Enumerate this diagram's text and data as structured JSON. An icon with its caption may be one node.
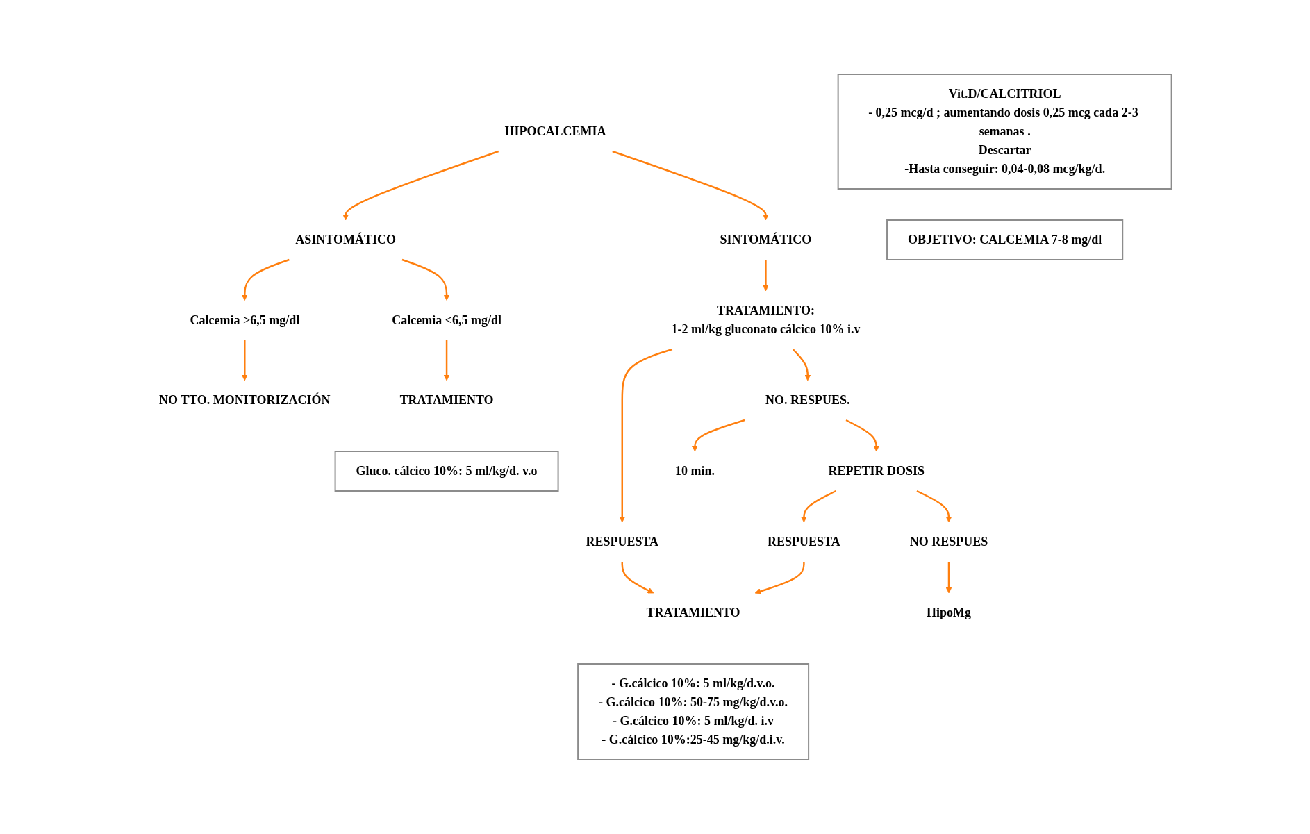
{
  "diagram": {
    "nodes": [
      {
        "text": [
          "HIPOCALCEMIA"
        ]
      },
      {
        "text": [
          "ASINTOMÁTICO"
        ]
      },
      {
        "text": [
          "SINTOMÁTICO"
        ]
      },
      {
        "text": [
          "Calcemia >6,5 mg/dl"
        ]
      },
      {
        "text": [
          "Calcemia <6,5 mg/dl"
        ]
      },
      {
        "text": [
          "TRATAMIENTO:",
          "1-2 ml/kg gluconato cálcico 10% i.v"
        ]
      },
      {
        "text": [
          "NO TTO. MONITORIZACIÓN"
        ]
      },
      {
        "text": [
          "TRATAMIENTO"
        ]
      },
      {
        "text": [
          "Gluco. cálcico 10%: 5 ml/kg/d. v.o"
        ]
      },
      {
        "text": [
          "RESPUESTA"
        ]
      },
      {
        "text": [
          "NO. RESPUES."
        ]
      },
      {
        "text": [
          "10 min."
        ]
      },
      {
        "text": [
          "REPETIR DOSIS"
        ]
      },
      {
        "text": [
          "RESPUESTA"
        ]
      },
      {
        "text": [
          "NO  RESPUES"
        ]
      },
      {
        "text": [
          "TRATAMIENTO"
        ]
      },
      {
        "text": [
          "HipoMg"
        ]
      },
      {
        "text": [
          "- G.cálcico 10%: 5 ml/kg/d.v.o.",
          "- G.cálcico 10%: 50-75 mg/kg/d.v.o.",
          "- G.cálcico 10%: 5 ml/kg/d. i.v",
          "-  G.cálcico 10%:25-45 mg/kg/d.i.v."
        ]
      },
      {
        "text": [
          "Vit.D/CALCITRIOL",
          "- 0,25 mcg/d ; aumentando dosis 0,25 mcg cada 2-3 semanas .",
          "Descartar",
          "-Hasta conseguir: 0,04-0,08 mcg/kg/d."
        ]
      },
      {
        "text": [
          "OBJETIVO: CALCEMIA 7-8 mg/dl"
        ]
      }
    ],
    "edges": [
      {
        "from": 0,
        "to": 1,
        "arrow": "to"
      },
      {
        "from": 0,
        "to": 2,
        "arrow": "to"
      },
      {
        "from": 1,
        "to": 3,
        "arrow": "to"
      },
      {
        "from": 1,
        "to": 4,
        "arrow": "to"
      },
      {
        "from": 2,
        "to": 5,
        "arrow": "to"
      },
      {
        "from": 3,
        "to": 6,
        "arrow": "to"
      },
      {
        "from": 4,
        "to": 7,
        "arrow": "to"
      },
      {
        "from": 5,
        "to": 9,
        "arrow": "to"
      },
      {
        "from": 5,
        "to": 10,
        "arrow": "to"
      },
      {
        "from": 9,
        "to": 15,
        "arrow": "to"
      },
      {
        "from": 10,
        "to": 11,
        "arrow": "to"
      },
      {
        "from": 10,
        "to": 12,
        "arrow": "to"
      },
      {
        "from": 12,
        "to": 13,
        "arrow": "to"
      },
      {
        "from": 12,
        "to": 14,
        "arrow": "to"
      },
      {
        "from": 13,
        "to": 15,
        "arrow": "to"
      },
      {
        "from": 14,
        "to": 16,
        "arrow": "to"
      }
    ]
  }
}
